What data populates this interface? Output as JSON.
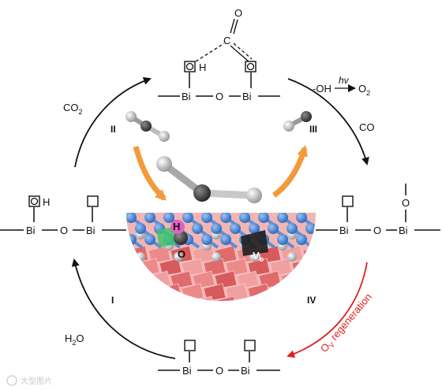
{
  "colors": {
    "cycle_arrow": "#111111",
    "regeneration_arrow": "#e0201b",
    "regeneration_text": "#e0201b",
    "step_iv": "#e0201b",
    "orange_arrow": "#f29a3c",
    "slab_red": "#e8797a",
    "slab_blue": "#4a86d8",
    "hydrogen_pink": "#e35fc2",
    "oxygen_green": "#3fc46b"
  },
  "top": {
    "oh_label": "H",
    "carbon_label": "C",
    "o_top_label": "O",
    "chain": [
      "Bi",
      "O",
      "Bi"
    ]
  },
  "left": {
    "oh_label": "H",
    "chain": [
      "Bi",
      "O",
      "Bi"
    ]
  },
  "right": {
    "o_label": "O",
    "chain": [
      "Bi",
      "O",
      "Bi"
    ]
  },
  "bottom": {
    "chain": [
      "Bi",
      "O",
      "Bi"
    ]
  },
  "labels": {
    "co2": "CO",
    "co2_sub": "2",
    "co": "CO",
    "h2o": "H",
    "h2o_sub": "2",
    "h2o_end": "O",
    "oh_reaction_left": "-OH",
    "hv": "hv",
    "o2": "O",
    "o2_sub": "2",
    "ov_regeneration_prefix": "O",
    "ov_regeneration_sub": "V",
    "ov_regeneration_rest": " regeneration"
  },
  "steps": {
    "i": "I",
    "ii": "II",
    "iii": "III",
    "iv": "IV"
  },
  "slab": {
    "h_label": "H",
    "o_label": "O",
    "vo_label": "V",
    "vo_sub": "o"
  },
  "watermark": "大型图片"
}
